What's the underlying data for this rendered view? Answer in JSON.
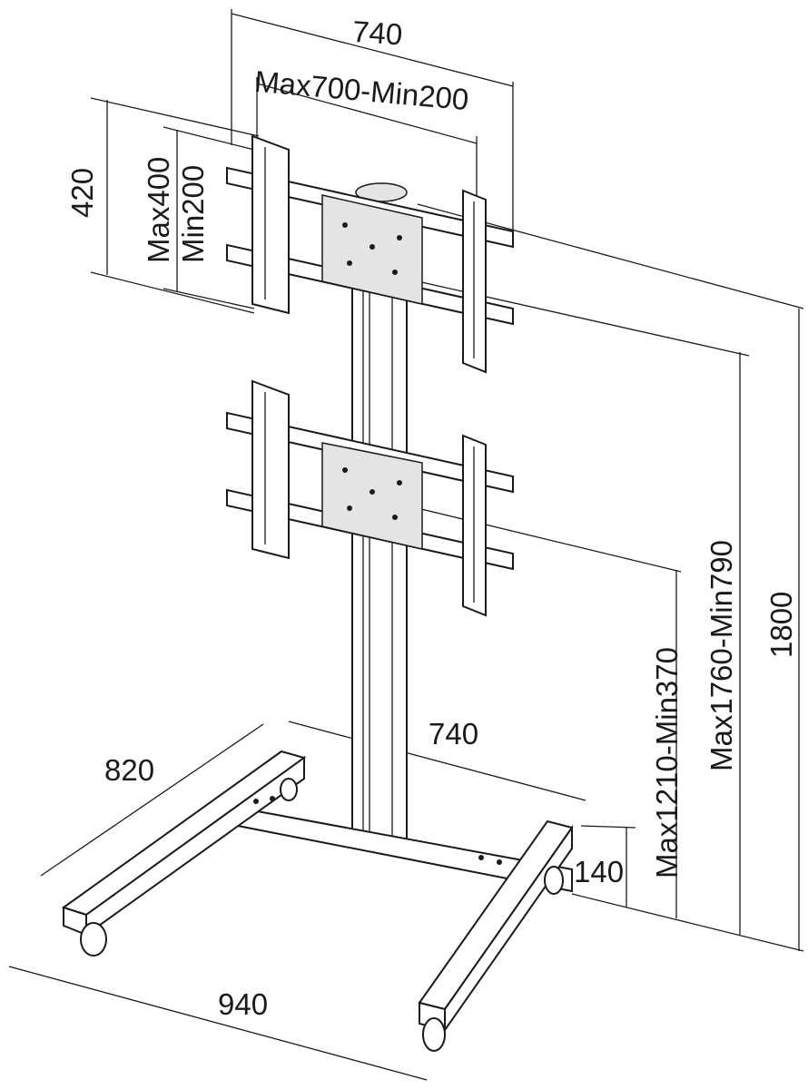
{
  "diagram": {
    "labels": {
      "top_width": "740",
      "bracket_width": "Max700-Min200",
      "bracket_height": "420",
      "vesa_max": "Max400",
      "vesa_min": "Min200",
      "total_height": "1800",
      "upper_range": "Max1760-Min790",
      "lower_range": "Max1210-Min370",
      "base_width": "740",
      "base_depth": "820",
      "foot_height": "140",
      "overall_width": "940"
    },
    "colors": {
      "line": "#1a1a1a",
      "background": "#ffffff"
    }
  }
}
